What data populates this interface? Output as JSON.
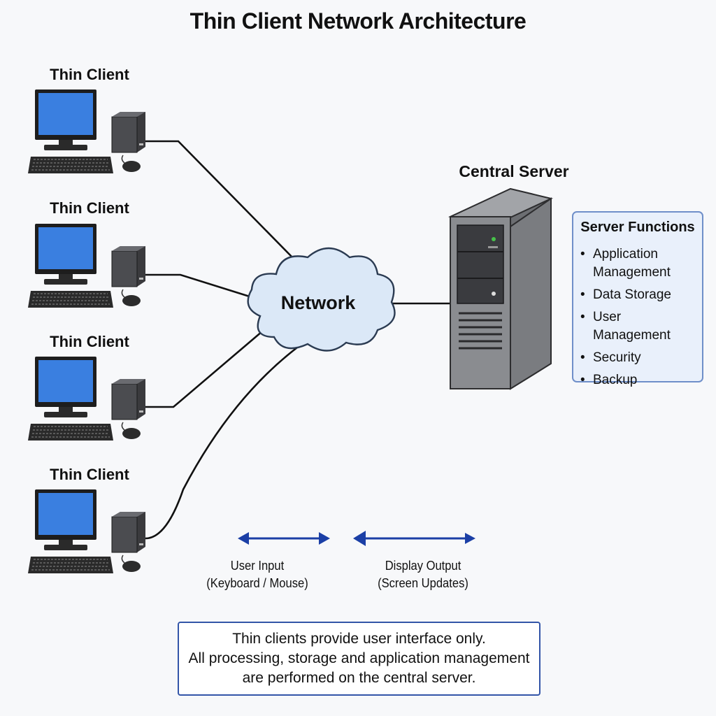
{
  "title": "Thin Client Network Architecture",
  "clients": [
    {
      "label": "Thin Client"
    },
    {
      "label": "Thin Client"
    },
    {
      "label": "Thin Client"
    },
    {
      "label": "Thin Client"
    }
  ],
  "network": {
    "label": "Network"
  },
  "server": {
    "label": "Central Server"
  },
  "server_functions": {
    "title": "Server Functions",
    "items": [
      "Application Management",
      "Data Storage",
      "User Management",
      "Security",
      "Backup"
    ]
  },
  "flows": [
    {
      "line1": "User Input",
      "line2": "(Keyboard / Mouse)"
    },
    {
      "line1": "Display Output",
      "line2": "(Screen Updates)"
    }
  ],
  "note": [
    "Thin clients provide user interface only.",
    "All processing, storage and application management",
    "are performed on the central server."
  ],
  "colors": {
    "screen": "#3a7fe0",
    "monitor_frame": "#1f1f1f",
    "cloud_fill": "#dbe8f7",
    "cloud_stroke": "#2b3b52",
    "server_body": "#7f8185",
    "arrow": "#1b3fa6",
    "box_border": "#3355a8"
  }
}
